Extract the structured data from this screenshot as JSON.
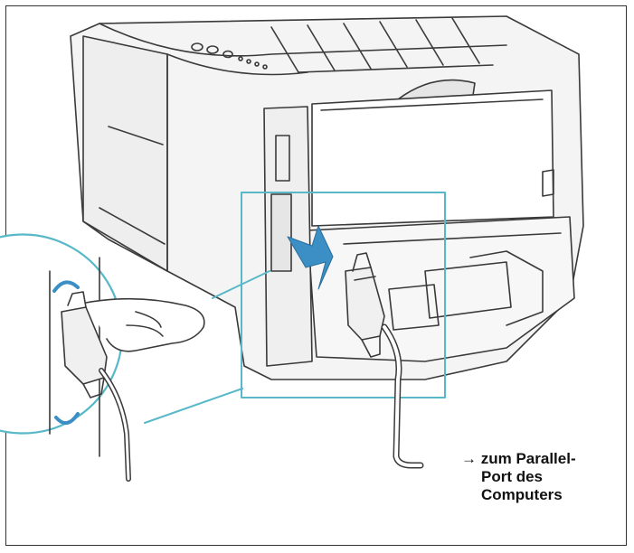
{
  "caption": {
    "arrow": "→",
    "line1": "zum Parallel-",
    "line2": "Port des",
    "line3": "Computers"
  },
  "colors": {
    "outline": "#3a3a3a",
    "accent": "#58b8c8",
    "arrow_fill": "#3c8fc4",
    "fill_light": "#f4f4f4",
    "fill_mid": "#e6e6e6"
  },
  "icons": [
    "rotate-arrow-icon",
    "push-arrow-icon"
  ]
}
